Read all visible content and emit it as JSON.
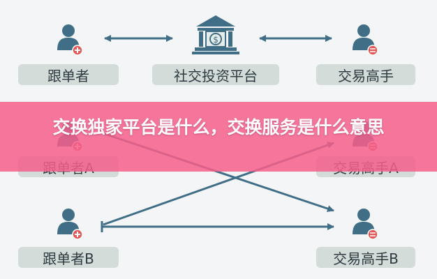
{
  "labels": {
    "follower": "跟单者",
    "platform": "社交投资平台",
    "trader": "交易高手",
    "follower_a": "跟单者A",
    "trader_a": "交易高手A",
    "follower_b": "跟单者B",
    "trader_b": "交易高手B"
  },
  "banner": {
    "title": "交换独家平台是什么，交换服务是什么意思"
  },
  "colors": {
    "icon_blue": "#3f6e86",
    "badge_red": "#e05a5a",
    "arrow": "#3f6e86",
    "banner": "#f4608c",
    "label_bg": "#d3dcd8"
  }
}
